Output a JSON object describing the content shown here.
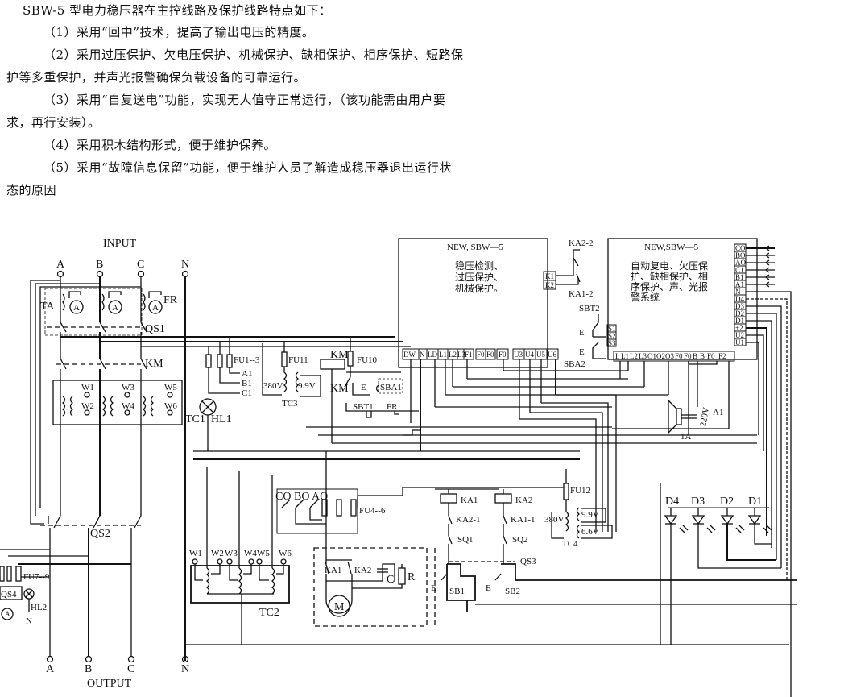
{
  "document": {
    "heading": "SBW-5 型电力稳压器在主控线路及保护线路特点如下：",
    "paragraphs": [
      "（1）采用“回中”技术，提高了输出电压的精度。",
      "（2）采用过压保护、欠电压保护、机械保护、缺相保护、相序保护、短路保",
      "护等多重保护，并声光报警确保负载设备的可靠运行。",
      "（3）采用“自复送电”功能，实现无人值守正常运行，（该功能需由用户要",
      "求，再行安装）。",
      "（4）采用积木结构形式，便于维护保养。",
      "（5）采用“故障信息保留”功能，便于维护人员了解造成稳压器退出运行状",
      "态的原因"
    ]
  },
  "schematic": {
    "input_label": "INPUT",
    "output_label": "OUTPUT",
    "input_terminals": [
      "A",
      "B",
      "C",
      "N"
    ],
    "output_terminals": [
      "A",
      "B",
      "C",
      "N"
    ],
    "components": {
      "ta": "TA",
      "fr": "FR",
      "qs1": "QS1",
      "km": "KM",
      "qs2": "QS2",
      "qs3": "QS3",
      "qs4": "QS4",
      "tc1": "TC1",
      "hl1": "HL1",
      "hl2": "HL2",
      "fu1_3": "FU1--3",
      "fu4_6": "FU4--6",
      "fu7_9": "FU7--9",
      "fu10": "FU10",
      "fu11": "FU11",
      "fu12": "FU12",
      "tc2": "TC2",
      "tc3": "TC3",
      "tc4": "TC4",
      "sba1": "SBA1",
      "sba2": "SBA2",
      "sbt1": "SBT1",
      "sbt2": "SBT2",
      "ka1": "KA1",
      "ka2": "KA2",
      "ka1_1": "KA1-1",
      "ka2_1": "KA2-1",
      "ka1_2": "KA1-2",
      "ka2_2": "KA2-2",
      "sq1": "SQ1",
      "sq2": "SQ2",
      "sb1": "SB1",
      "sb2": "SB2",
      "motor": "M",
      "cap": "C",
      "res": "R",
      "a1": "A1",
      "e": "E",
      "n": "N",
      "ammeter": "A",
      "speaker_current": "1A"
    },
    "voltages": {
      "v380": "380V",
      "v9_9": "9.9V",
      "v6_6": "6.6V",
      "v220": "220V"
    },
    "fuse_outputs": [
      "A1",
      "B1",
      "C1"
    ],
    "switch_contacts": [
      "CO",
      "BO",
      "AO"
    ],
    "windings_top": [
      "W1",
      "W3",
      "W5"
    ],
    "windings_bottom": [
      "W2",
      "W4",
      "W6"
    ],
    "tc2_taps": [
      "W1",
      "W2",
      "W3",
      "W4",
      "W5",
      "W6"
    ],
    "leds": [
      "D4",
      "D3",
      "D2",
      "D1"
    ],
    "module1": {
      "title": "NEW, SBW—5",
      "desc": [
        "稳压检测、",
        "过压保护、",
        "机械保护。"
      ],
      "k_terminals": [
        "K1",
        "K2"
      ],
      "terminals": [
        "DW",
        "N",
        "LD",
        "L1",
        "L2",
        "L3",
        "F1",
        "F0",
        "F0",
        "F0",
        "U3",
        "U4",
        "U5",
        "U6"
      ]
    },
    "module2": {
      "title": "NEW,SBW—5",
      "desc": [
        "自动复电、欠压保",
        "护、缺相保护、相",
        "序保护、声、光报",
        "警系统"
      ],
      "s_terminals": [
        "S1",
        "S2",
        "S3"
      ],
      "right_terminals": [
        "CO",
        "BO",
        "AO",
        "C1",
        "B1",
        "A1",
        "N",
        "D4",
        "D3",
        "D2",
        "D1",
        "+2",
        "U2",
        "U1"
      ],
      "bottom_terminals": [
        "L",
        "L1",
        "L2",
        "L3",
        "O1",
        "O2",
        "O3",
        "F0",
        "F0",
        "B",
        "B",
        "F0",
        "F2"
      ]
    }
  }
}
